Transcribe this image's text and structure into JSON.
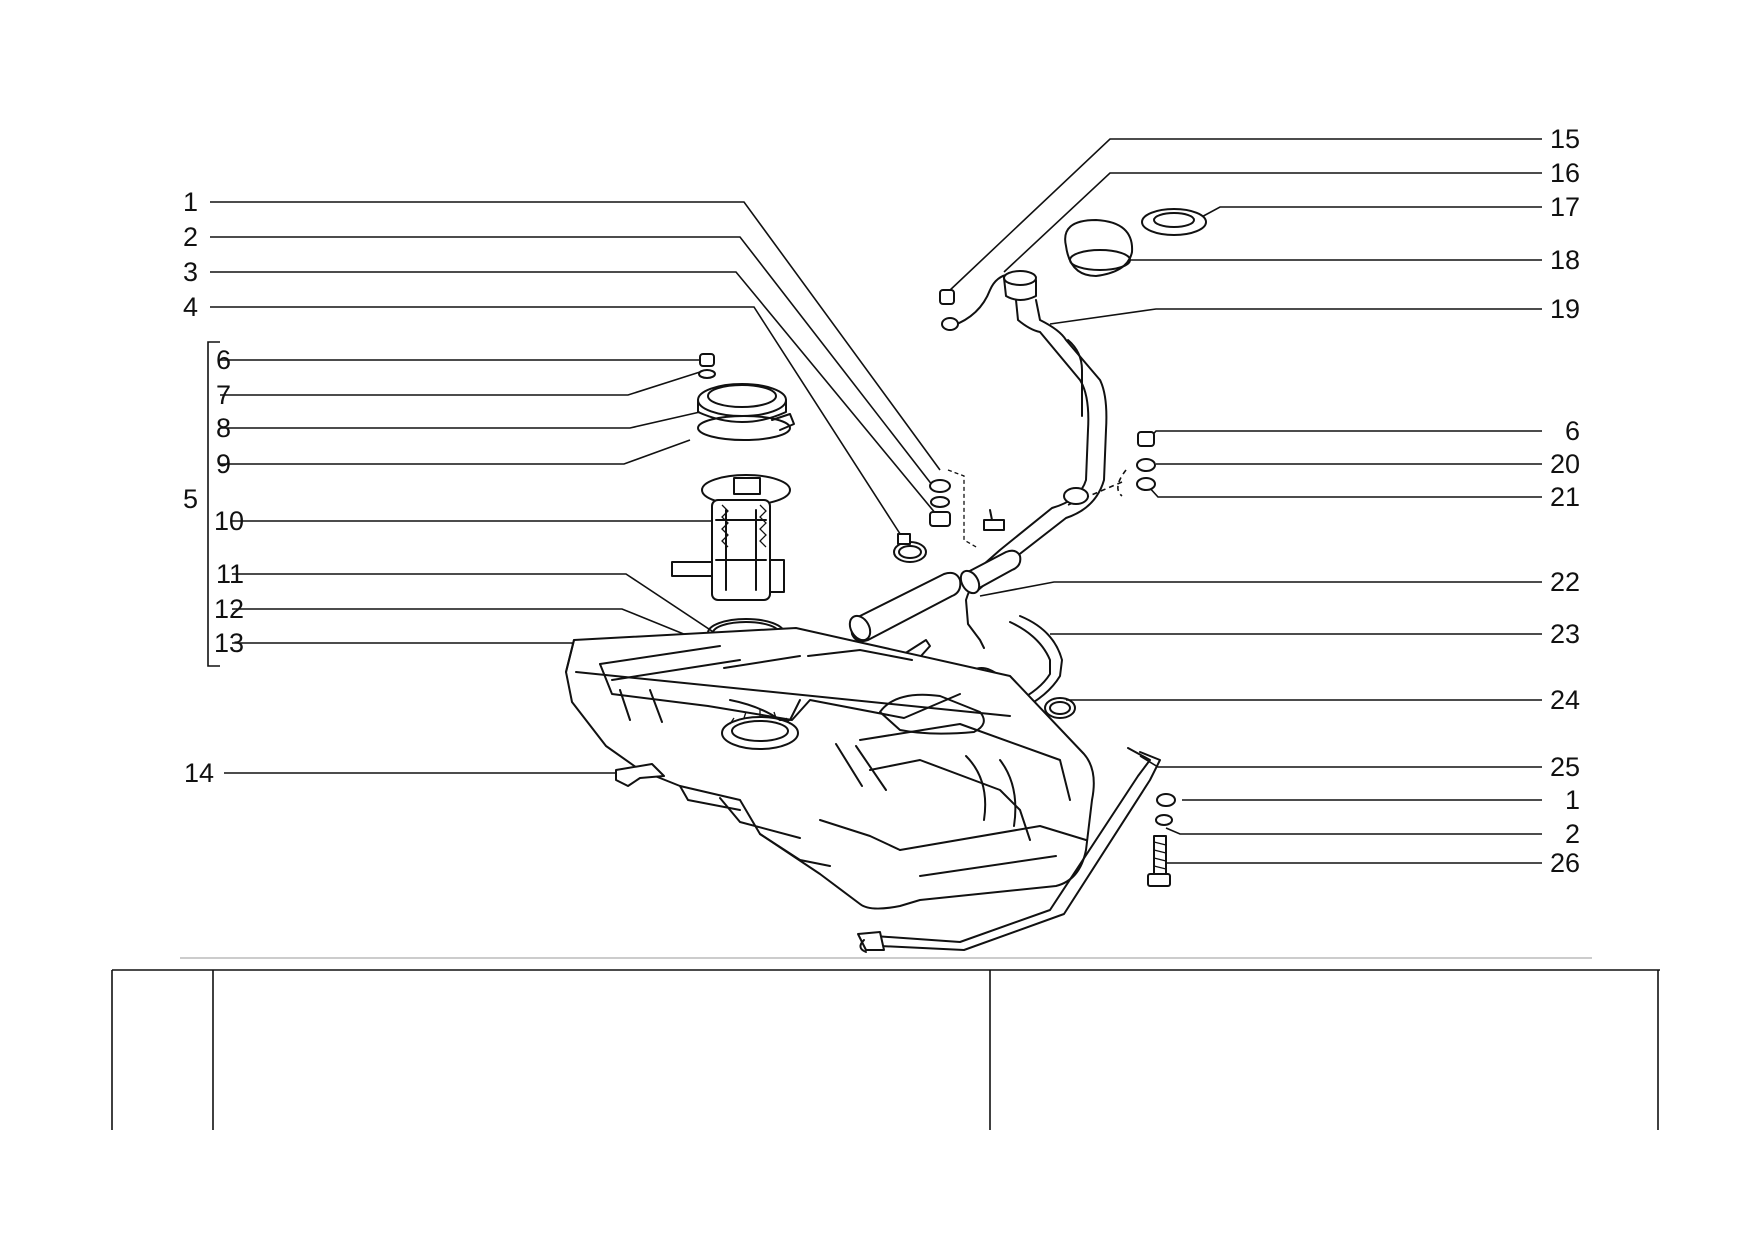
{
  "diagram": {
    "callouts_left": [
      {
        "id": "c-1",
        "label": "1"
      },
      {
        "id": "c-2",
        "label": "2"
      },
      {
        "id": "c-3",
        "label": "3"
      },
      {
        "id": "c-4",
        "label": "4"
      },
      {
        "id": "c-6a",
        "label": "6"
      },
      {
        "id": "c-7",
        "label": "7"
      },
      {
        "id": "c-8",
        "label": "8"
      },
      {
        "id": "c-9",
        "label": "9"
      },
      {
        "id": "c-5",
        "label": "5"
      },
      {
        "id": "c-10",
        "label": "10"
      },
      {
        "id": "c-11",
        "label": "11"
      },
      {
        "id": "c-12",
        "label": "12"
      },
      {
        "id": "c-13",
        "label": "13"
      },
      {
        "id": "c-14",
        "label": "14"
      }
    ],
    "callouts_right": [
      {
        "id": "c-15",
        "label": "15"
      },
      {
        "id": "c-16",
        "label": "16"
      },
      {
        "id": "c-17",
        "label": "17"
      },
      {
        "id": "c-18",
        "label": "18"
      },
      {
        "id": "c-19",
        "label": "19"
      },
      {
        "id": "c-6b",
        "label": "6"
      },
      {
        "id": "c-20",
        "label": "20"
      },
      {
        "id": "c-21",
        "label": "21"
      },
      {
        "id": "c-22",
        "label": "22"
      },
      {
        "id": "c-23",
        "label": "23"
      },
      {
        "id": "c-24",
        "label": "24"
      },
      {
        "id": "c-25",
        "label": "25"
      },
      {
        "id": "c-1b",
        "label": "1"
      },
      {
        "id": "c-2b",
        "label": "2"
      },
      {
        "id": "c-26",
        "label": "26"
      }
    ]
  },
  "title_block": {
    "cells": [
      "",
      "",
      ""
    ]
  }
}
